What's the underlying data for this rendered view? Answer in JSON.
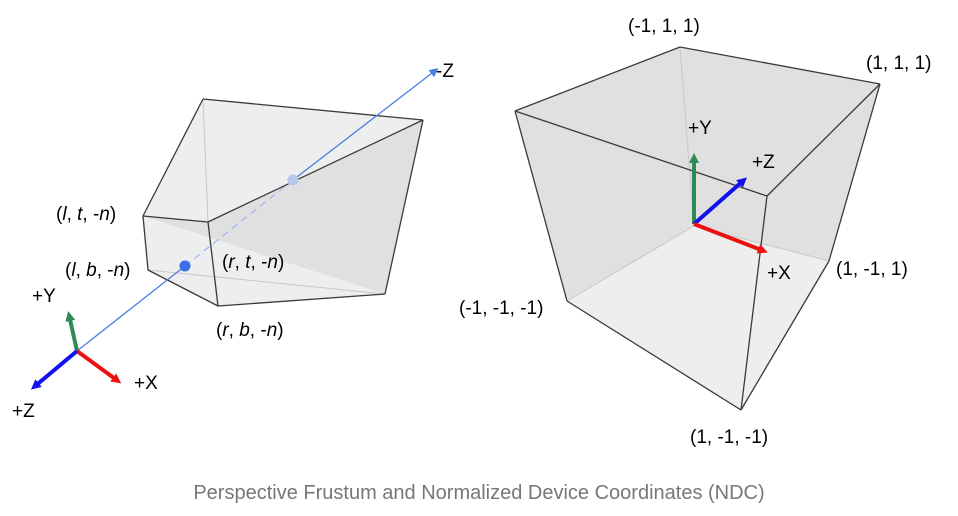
{
  "caption": "Perspective Frustum and Normalized Device Coordinates (NDC)",
  "colors": {
    "x_axis": "#ee1111",
    "y_axis": "#2e8b57",
    "z_axis": "#1111ee",
    "view_ray": "#4a7fe0",
    "face_fill": "#9e9e9e",
    "edge": "#3a3a3a",
    "caption": "#777777"
  },
  "frustum": {
    "corner_lt": {
      "open": "(",
      "a": "l",
      "b": "t",
      "c": "-n",
      "close": ")"
    },
    "corner_lb": {
      "open": "(",
      "a": "l",
      "b": "b",
      "c": "-n",
      "close": ")"
    },
    "corner_rt": {
      "open": "(",
      "a": "r",
      "b": "t",
      "c": "-n",
      "close": ")"
    },
    "corner_rb": {
      "open": "(",
      "a": "r",
      "b": "b",
      "c": "-n",
      "close": ")"
    },
    "sep": ", ",
    "neg_z_label": "-Z",
    "axes": {
      "y": "+Y",
      "x": "+X",
      "z": "+Z"
    }
  },
  "ndc": {
    "corner_top_back_left": "(-1, 1, 1)",
    "corner_top_back_right": "(1, 1, 1)",
    "corner_bottom_back_right": "(1, -1, 1)",
    "corner_bottom_front_left": "(-1, -1, -1)",
    "corner_bottom_front_right": "(1, -1, -1)",
    "axes": {
      "y": "+Y",
      "z": "+Z",
      "x": "+X"
    }
  }
}
